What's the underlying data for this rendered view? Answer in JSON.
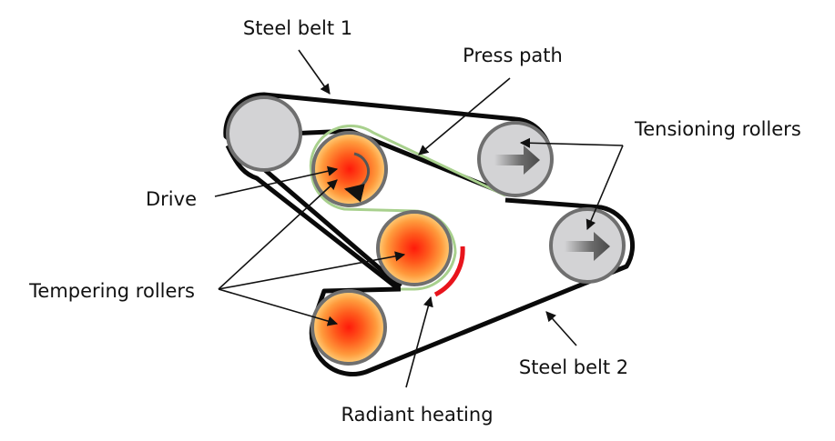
{
  "labels": {
    "steel_belt_1": "Steel belt 1",
    "press_path": "Press path",
    "tensioning_rollers": "Tensioning rollers",
    "drive": "Drive",
    "tempering_rollers": "Tempering rollers",
    "radiant_heating": "Radiant heating",
    "steel_belt_2": "Steel belt 2"
  },
  "colors": {
    "belt": "#0a0a0a",
    "press_path": "#a8d08d",
    "idle_roller_fill": "#d3d3d5",
    "roller_rim": "#6f6f6f",
    "heated_core": "#ff1a0a",
    "heated_mid": "#ff7a28",
    "heated_edge": "#ffd07a",
    "radiant_heater": "#e8141c",
    "tension_arrow": "#5a5a5a"
  }
}
